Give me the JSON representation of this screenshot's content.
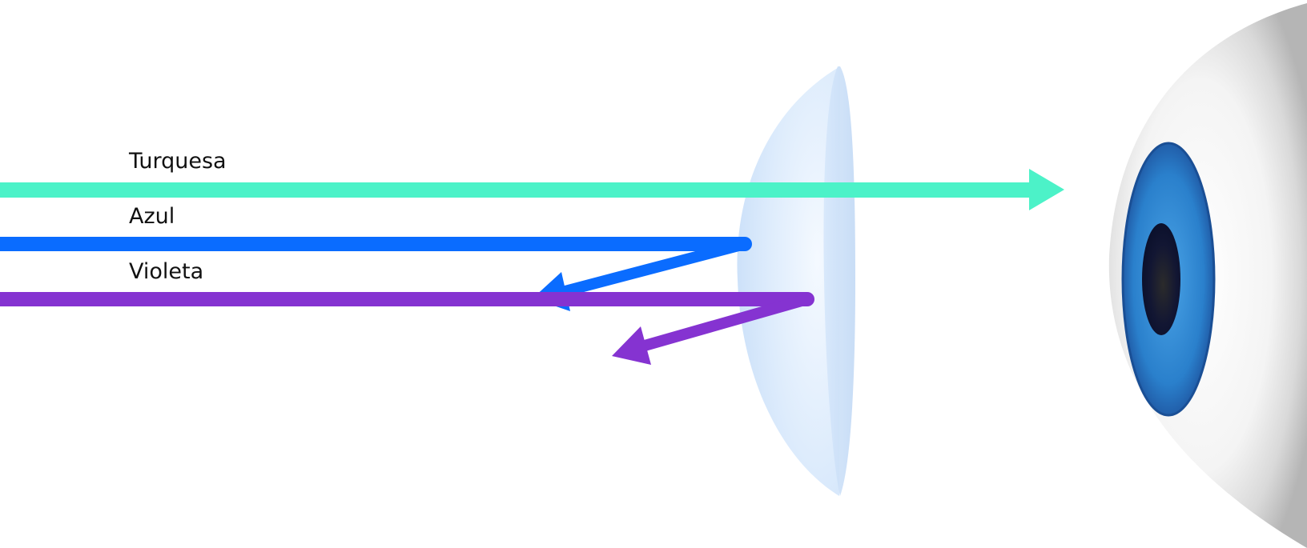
{
  "rays": [
    {
      "id": "turquoise",
      "label": "Turquesa",
      "color": "#4cf2c8",
      "behavior": "transmitted"
    },
    {
      "id": "blue",
      "label": "Azul",
      "color": "#0a6cff",
      "behavior": "reflected"
    },
    {
      "id": "violet",
      "label": "Violeta",
      "color": "#8533d1",
      "behavior": "reflected"
    }
  ],
  "lens": {
    "color": "#cfe4fb"
  },
  "eye": {
    "sclera_color": "#e6e6e6",
    "iris_color": "#1f74c4",
    "pupil_color": "#0c1230"
  }
}
